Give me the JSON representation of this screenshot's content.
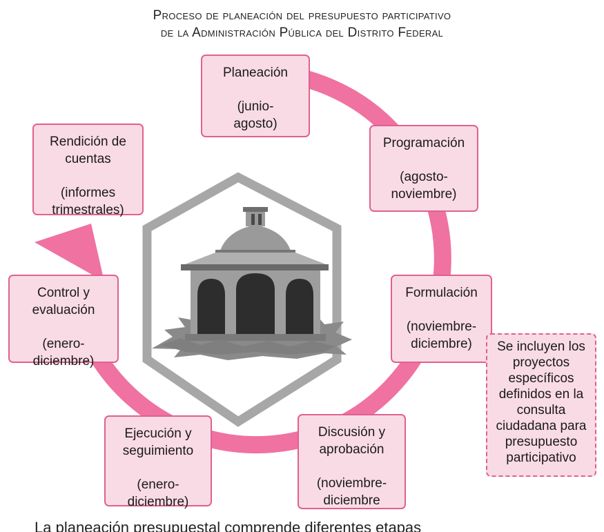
{
  "title": {
    "line1": "Proceso de planeación del presupuesto participativo",
    "line2": "de la Administración Pública del Distrito Federal"
  },
  "stages": [
    {
      "name": "Planeación",
      "period": "(junio-agosto)"
    },
    {
      "name": "Programación",
      "period": "(agosto-noviembre)"
    },
    {
      "name": "Formulación",
      "period": "(noviembre-diciembre)"
    },
    {
      "name": "Discusión y aprobación",
      "period": "(noviembre-diciembre"
    },
    {
      "name": "Ejecución y seguimiento",
      "period": "(enero-diciembre)"
    },
    {
      "name": "Control y evaluación",
      "period": "(enero-diciembre)"
    },
    {
      "name": "Rendición de cuentas",
      "period": "(informes trimestrales)"
    }
  ],
  "note": "Se incluyen los proyectos específicos definidos en la consulta ciudadana para presupuesto participativo",
  "footer": "La planeación presupuestal comprende diferentes etapas",
  "colors": {
    "cycle_arrow": "#ef72a0",
    "box_fill": "#f9dbe6",
    "box_border": "#e0608f",
    "hexagon_border": "#a7a7a7",
    "kiosk_gray": "#8a8a8a"
  },
  "icons": {
    "center": "kiosk-gazebo-icon"
  }
}
